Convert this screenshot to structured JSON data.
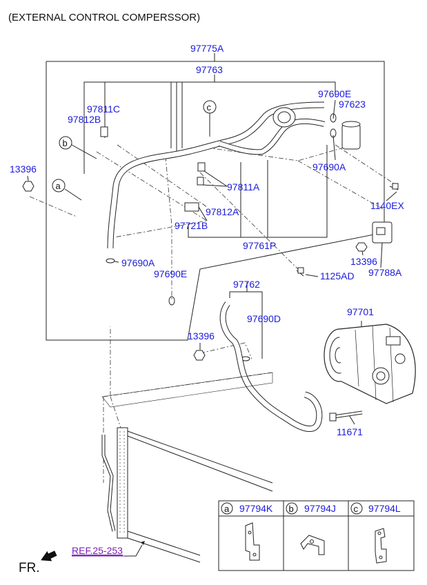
{
  "header": {
    "title": "(EXTERNAL CONTROL COMPERSSOR)"
  },
  "parts": {
    "p97775A": "97775A",
    "p97763": "97763",
    "p97811C": "97811C",
    "p97812B": "97812B",
    "p13396_a": "13396",
    "p97690E_top": "97690E",
    "p97623": "97623",
    "p97690A_right": "97690A",
    "p97811A": "97811A",
    "p97812A": "97812A",
    "p97721B": "97721B",
    "p1140EX": "1140EX",
    "p97761P": "97761P",
    "p13396_b": "13396",
    "p97788A": "97788A",
    "p97690A_left": "97690A",
    "p97690E_mid": "97690E",
    "p1125AD": "1125AD",
    "p97762": "97762",
    "p97690D": "97690D",
    "p13396_c": "13396",
    "p97701": "97701",
    "p11671": "11671"
  },
  "callouts": {
    "a": "a",
    "b": "b",
    "c": "c"
  },
  "legend": [
    {
      "key": "a",
      "part": "97794K"
    },
    {
      "key": "b",
      "part": "97794J"
    },
    {
      "key": "c",
      "part": "97794L"
    }
  ],
  "reference": "REF.25-253",
  "direction_label": "FR."
}
